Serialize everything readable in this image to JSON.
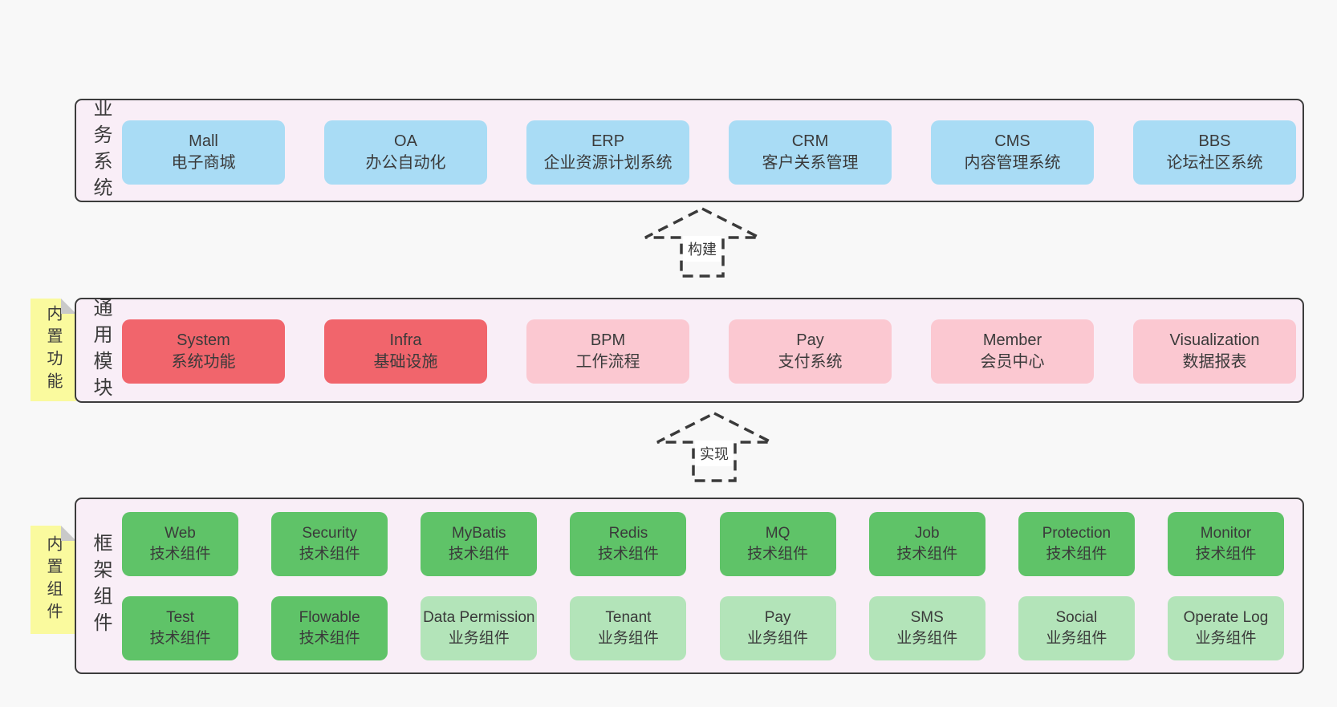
{
  "colors": {
    "background": "#f8f8f8",
    "panel_bg": "#f9eef7",
    "panel_border": "#3c3c3c",
    "blue": "#a9dcf5",
    "red": "#f1656c",
    "pink": "#fbc8d1",
    "green": "#5fc368",
    "green_light": "#b3e4b9",
    "tag_yellow": "#fafa9e",
    "text": "#3a3a3a"
  },
  "arrows": [
    {
      "label": "构建"
    },
    {
      "label": "实现"
    }
  ],
  "panels": [
    {
      "label": "业务系统",
      "boxes": [
        {
          "title": "Mall",
          "subtitle": "电子商城",
          "type": "blue"
        },
        {
          "title": "OA",
          "subtitle": "办公自动化",
          "type": "blue"
        },
        {
          "title": "ERP",
          "subtitle": "企业资源计划系统",
          "type": "blue"
        },
        {
          "title": "CRM",
          "subtitle": "客户关系管理",
          "type": "blue"
        },
        {
          "title": "CMS",
          "subtitle": "内容管理系统",
          "type": "blue"
        },
        {
          "title": "BBS",
          "subtitle": "论坛社区系统",
          "type": "blue"
        }
      ]
    },
    {
      "label": "通用模块",
      "tag": "内置功能",
      "boxes": [
        {
          "title": "System",
          "subtitle": "系统功能",
          "type": "red"
        },
        {
          "title": "Infra",
          "subtitle": "基础设施",
          "type": "red"
        },
        {
          "title": "BPM",
          "subtitle": "工作流程",
          "type": "pink"
        },
        {
          "title": "Pay",
          "subtitle": "支付系统",
          "type": "pink"
        },
        {
          "title": "Member",
          "subtitle": "会员中心",
          "type": "pink"
        },
        {
          "title": "Visualization",
          "subtitle": "数据报表",
          "type": "pink"
        }
      ]
    },
    {
      "label": "框架组件",
      "tag": "内置组件",
      "rows": [
        [
          {
            "title": "Web",
            "subtitle": "技术组件",
            "type": "green"
          },
          {
            "title": "Security",
            "subtitle": "技术组件",
            "type": "green"
          },
          {
            "title": "MyBatis",
            "subtitle": "技术组件",
            "type": "green"
          },
          {
            "title": "Redis",
            "subtitle": "技术组件",
            "type": "green"
          },
          {
            "title": "MQ",
            "subtitle": "技术组件",
            "type": "green"
          },
          {
            "title": "Job",
            "subtitle": "技术组件",
            "type": "green"
          },
          {
            "title": "Protection",
            "subtitle": "技术组件",
            "type": "green"
          },
          {
            "title": "Monitor",
            "subtitle": "技术组件",
            "type": "green"
          }
        ],
        [
          {
            "title": "Test",
            "subtitle": "技术组件",
            "type": "green"
          },
          {
            "title": "Flowable",
            "subtitle": "技术组件",
            "type": "green"
          },
          {
            "title": "Data Permission",
            "subtitle": "业务组件",
            "type": "green-light"
          },
          {
            "title": "Tenant",
            "subtitle": "业务组件",
            "type": "green-light"
          },
          {
            "title": "Pay",
            "subtitle": "业务组件",
            "type": "green-light"
          },
          {
            "title": "SMS",
            "subtitle": "业务组件",
            "type": "green-light"
          },
          {
            "title": "Social",
            "subtitle": "业务组件",
            "type": "green-light"
          },
          {
            "title": "Operate Log",
            "subtitle": "业务组件",
            "type": "green-light"
          }
        ]
      ]
    }
  ]
}
